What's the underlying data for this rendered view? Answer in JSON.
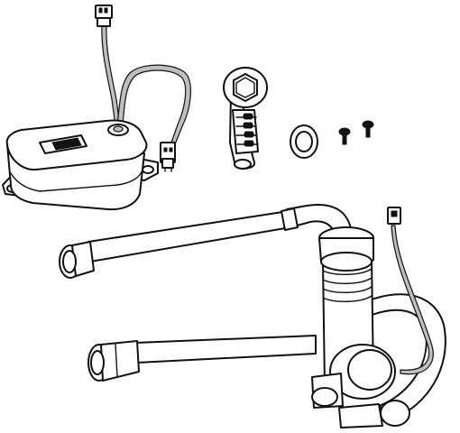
{
  "figure": {
    "background": "#ffffff",
    "line_color": "#111111",
    "cable_fill": "#bdbdbd",
    "components": [
      {
        "id": "control-box",
        "icon": "control-box-icon"
      },
      {
        "id": "connector-top",
        "icon": "wire-connector-icon"
      },
      {
        "id": "connector-side",
        "icon": "wire-connector-icon"
      },
      {
        "id": "hex-strainer",
        "icon": "hex-strainer-icon"
      },
      {
        "id": "washer",
        "icon": "washer-icon"
      },
      {
        "id": "screws",
        "icon": "screw-icon"
      },
      {
        "id": "valve-assembly",
        "icon": "solenoid-valve-icon"
      },
      {
        "id": "hose-upper",
        "icon": "braided-hose-icon"
      },
      {
        "id": "hose-lower",
        "icon": "braided-hose-icon"
      }
    ]
  }
}
